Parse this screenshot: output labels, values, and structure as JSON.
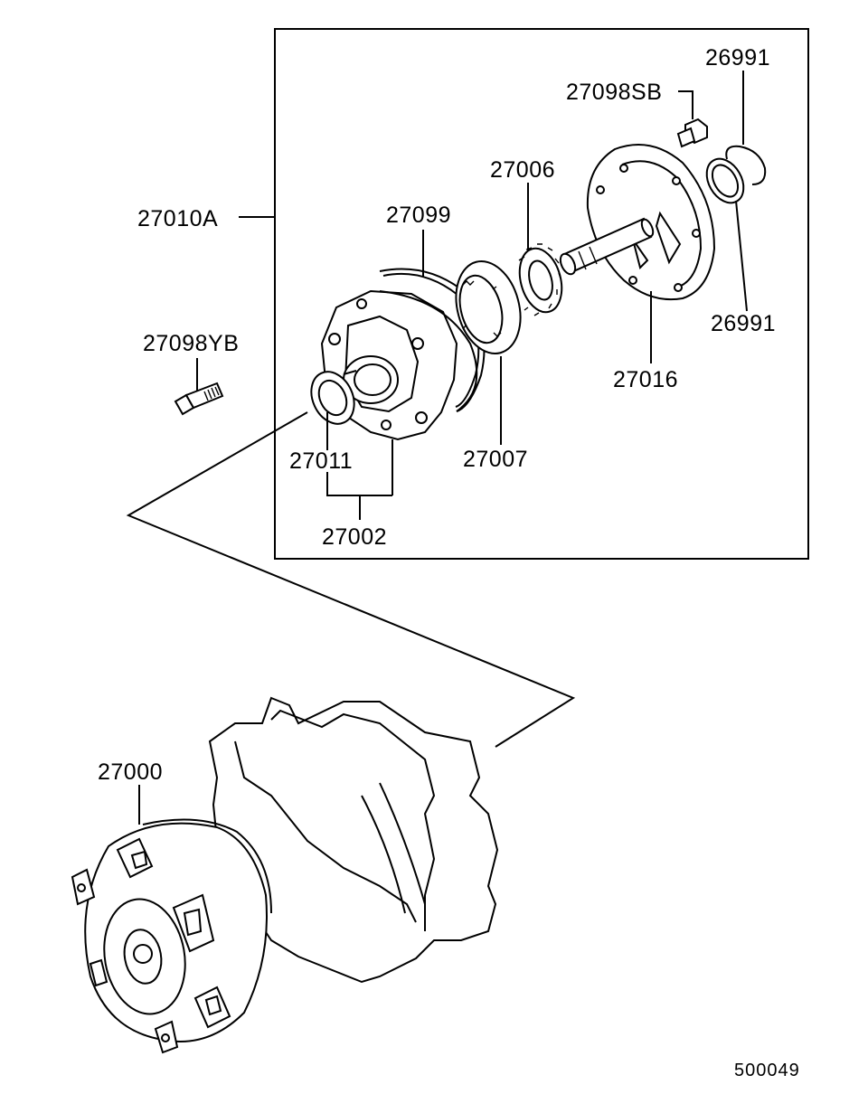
{
  "labels": {
    "p27010A": "27010A",
    "p27099": "27099",
    "p27006": "27006",
    "p27098SB": "27098SB",
    "p26991_top": "26991",
    "p26991_right": "26991",
    "p27016": "27016",
    "p27098YB": "27098YB",
    "p27011": "27011",
    "p27007": "27007",
    "p27002": "27002",
    "p27000": "27000",
    "diagram_code": "500049"
  },
  "parts": {
    "box": "pump-assembly-box",
    "icons": [
      "bolt-27098yb-icon",
      "oil-seal-27011-icon",
      "pump-housing-27002-icon",
      "o-ring-27099-icon",
      "outer-gear-27007-icon",
      "inner-gear-27006-icon",
      "stator-shaft-27016-icon",
      "bolt-27098sb-icon",
      "seal-rings-26991-icon",
      "transmission-case-icon",
      "torque-converter-27000-icon"
    ]
  }
}
